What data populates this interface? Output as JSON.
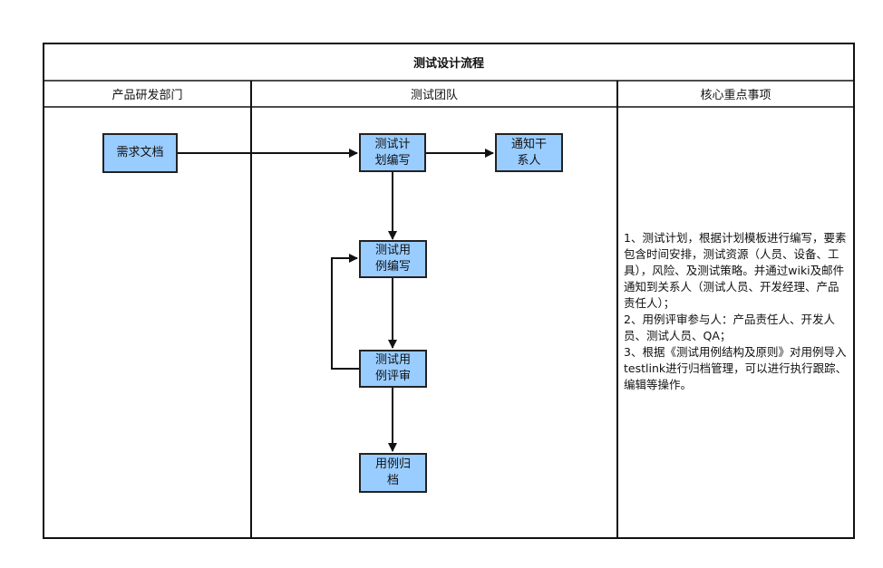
{
  "title": "测试设计流程",
  "lanes": [
    {
      "label": "产品研发部门"
    },
    {
      "label": "测试团队"
    },
    {
      "label": "核心重点事项"
    }
  ],
  "nodes": {
    "req_doc": "需求文档",
    "test_plan": "测试计\n划编写",
    "notify": "通知干\n系人",
    "case_write": "测试用\n例编写",
    "case_review": "测试用\n例评审",
    "case_archive": "用例归\n档"
  },
  "notes": [
    "1、测试计划，根据计划模板进行编写，要素包含时间安排，测试资源（人员、设备、工具），风险、及测试策略。并通过wiki及邮件通知到关系人（测试人员、开发经理、产品责任人）；",
    "2、用例评审参与人：产品责任人、开发人员、测试人员、QA；",
    "3、根据《测试用例结构及原则》对用例导入testlink进行归档管理，可以进行执行跟踪、编辑等操作。"
  ],
  "colors": {
    "box_fill": "#99ccff",
    "border": "#111111"
  }
}
